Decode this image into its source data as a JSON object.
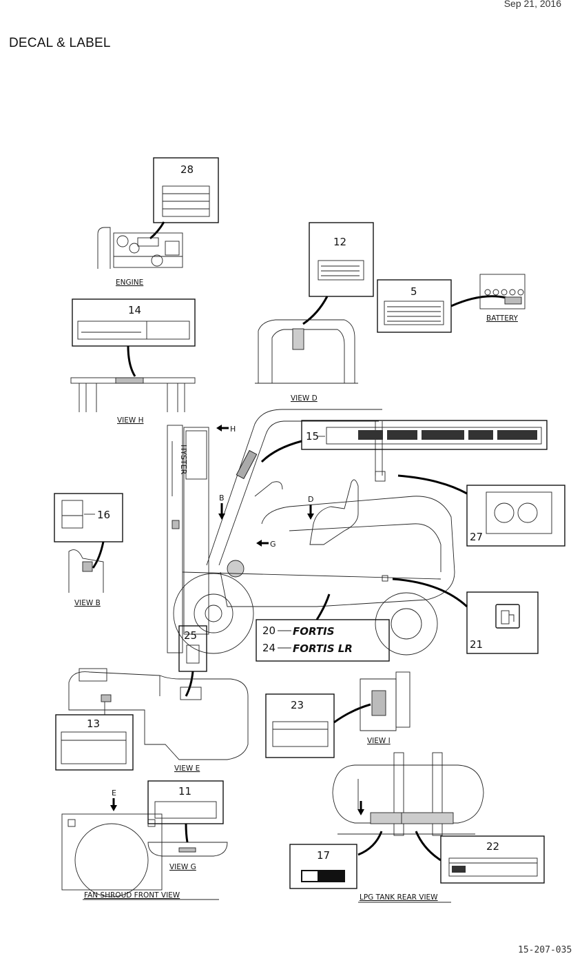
{
  "header": {
    "date": "Sep 21, 2016",
    "title": "DECAL & LABEL",
    "figure_code": "15-207-035"
  },
  "callouts": [
    "28",
    "12",
    "5",
    "14",
    "15",
    "16",
    "27",
    "21",
    "20",
    "24",
    "25",
    "13",
    "23",
    "11",
    "17",
    "22"
  ],
  "view_captions": {
    "engine": "ENGINE",
    "battery": "BATTERY",
    "view_d": "VIEW D",
    "view_h": "VIEW H",
    "view_b": "VIEW B",
    "view_e": "VIEW E",
    "view_g": "VIEW G",
    "view_i": "VIEW I",
    "fan_shroud": "FAN SHROUD FRONT VIEW",
    "lpg_tank": "LPG TANK REAR VIEW"
  },
  "decal_text": {
    "fortis": "FORTIS",
    "fortis_lr": "FORTIS LR",
    "mast_brand": "HYSTER"
  },
  "arrow_letters": [
    "H",
    "B",
    "D",
    "E",
    "G"
  ]
}
